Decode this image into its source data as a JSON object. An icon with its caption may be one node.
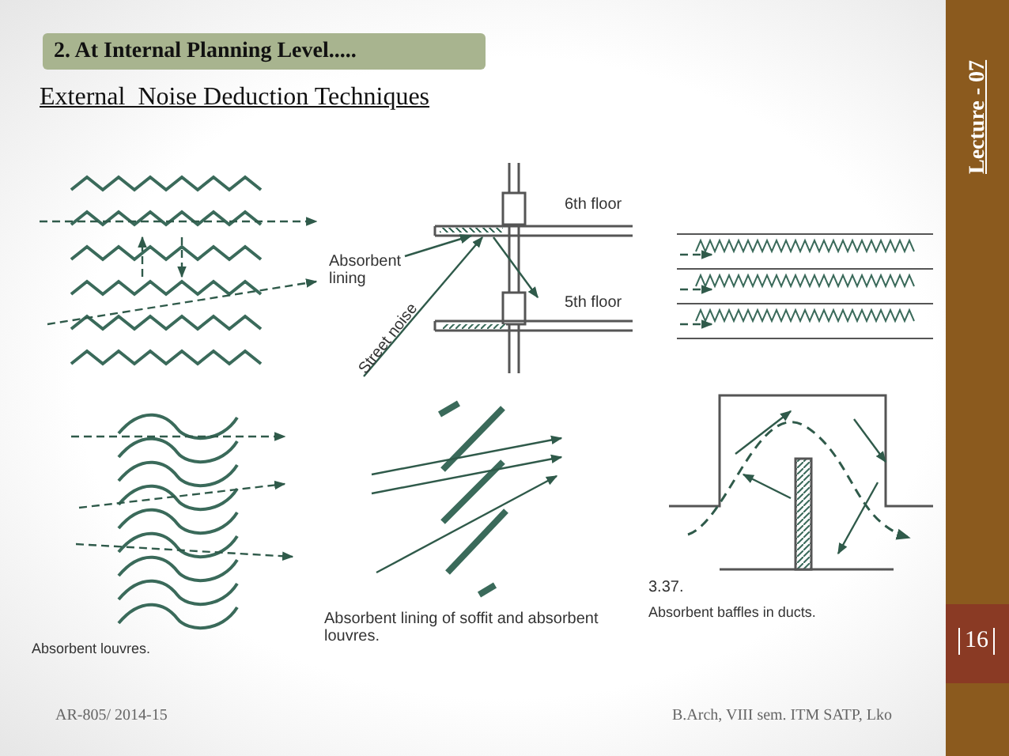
{
  "diagram": {
    "title": "2. At Internal Planning Level.....",
    "nodes": [
      {
        "text": [
          "Absorbent lining"
        ]
      },
      {
        "text": [],
        "shape": "bar"
      }
    ],
    "edges": [
      {
        "from": 0,
        "to": 1,
        "arrow": "to"
      }
    ],
    "labels": [
      "Lecture - 07",
      "External  Noise Deduction Techniques",
      "6th floor",
      "5th floor",
      "Street noise",
      "Absorbent louvres.",
      "Absorbent lining of soffit and absorbent louvres.",
      "3.37.",
      "Absorbent baffles in ducts.",
      "16",
      "AR-805/ 2014-15",
      "B.Arch, VIII sem. ITM SATP, Lko"
    ]
  }
}
